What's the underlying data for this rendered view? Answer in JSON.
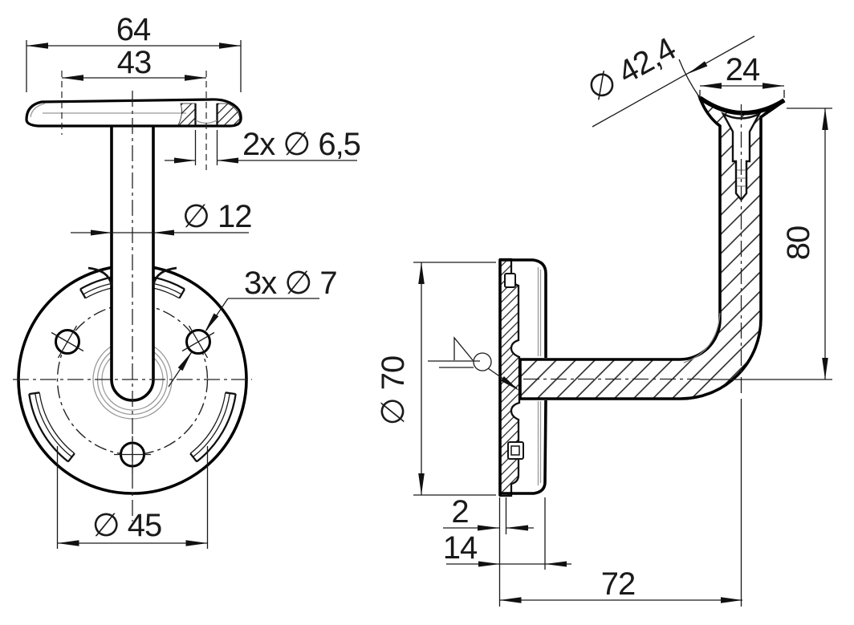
{
  "drawing": {
    "title": "handrail-wall-bracket-technical-drawing",
    "background": "#ffffff",
    "line_color": "#1a1a1a",
    "hidden_detail_color": "#999999",
    "front_view": {
      "dims": {
        "saddle_width_overall": "64",
        "saddle_hole_spacing": "43",
        "saddle_holes": "2x ∅ 6,5",
        "stem_diameter": "∅ 12",
        "plate_holes": "3x ∅ 7",
        "bolt_circle_diameter": "∅ 45"
      }
    },
    "side_view": {
      "dims": {
        "saddle_seat_diameter": "∅ 42,4",
        "saddle_depth": "24",
        "height": "80",
        "plate_diameter": "∅ 70",
        "plate_thickness": "2",
        "cover_depth": "14",
        "reach": "72"
      },
      "icons": {
        "weld_symbol": "fillet-weld-all-around-icon"
      }
    }
  }
}
